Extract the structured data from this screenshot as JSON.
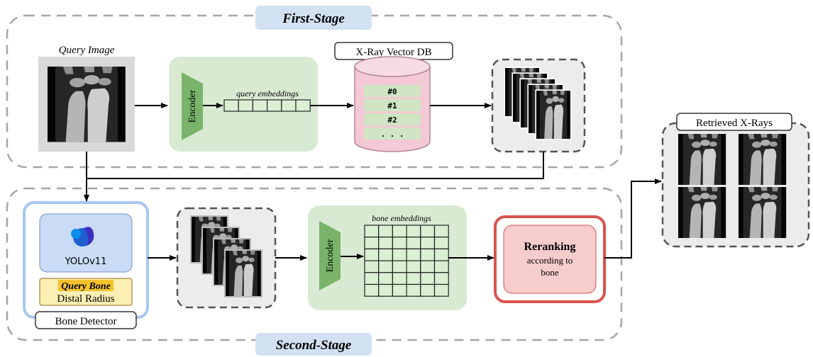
{
  "stages": {
    "first": "First-Stage",
    "second": "Second-Stage"
  },
  "first_stage": {
    "query_image_label": "Query Image",
    "encoder_label": "Encoder",
    "query_embeddings_label": "query embeddings",
    "vector_db_title": "X-Ray Vector DB",
    "db_rows": [
      "#0",
      "#1",
      "#2",
      ". . ."
    ]
  },
  "second_stage": {
    "yolo_label": "YOLOv11",
    "query_bone_title": "Query Bone",
    "query_bone_value": "Distal Radius",
    "bone_detector_label": "Bone Detector",
    "encoder_label": "Encoder",
    "bone_embeddings_label": "bone embeddings",
    "rerank_title": "Reranking",
    "rerank_line1": "according to",
    "rerank_line2": "bone"
  },
  "output": {
    "title": "Retrieved X-Rays"
  },
  "colors": {
    "stage_banner": "#d2e1f2",
    "encoder_panel": "#d9ead3",
    "encoder_shape": "#79b46a",
    "embedding_cell": "#dbefd3",
    "database": "#f2c9d4",
    "db_row": "#cfe5c4",
    "detector_border": "#a8c6ef",
    "yolo_panel": "#c9dbf5",
    "query_bone_panel": "#fcefb4",
    "query_bone_highlight": "#f6c22c",
    "rerank_border": "#d9534f",
    "rerank_fill": "#f6cccc",
    "gray_panel": "#ececec"
  },
  "icons": [
    "yolo-logo-icon",
    "xray-image-icon"
  ]
}
